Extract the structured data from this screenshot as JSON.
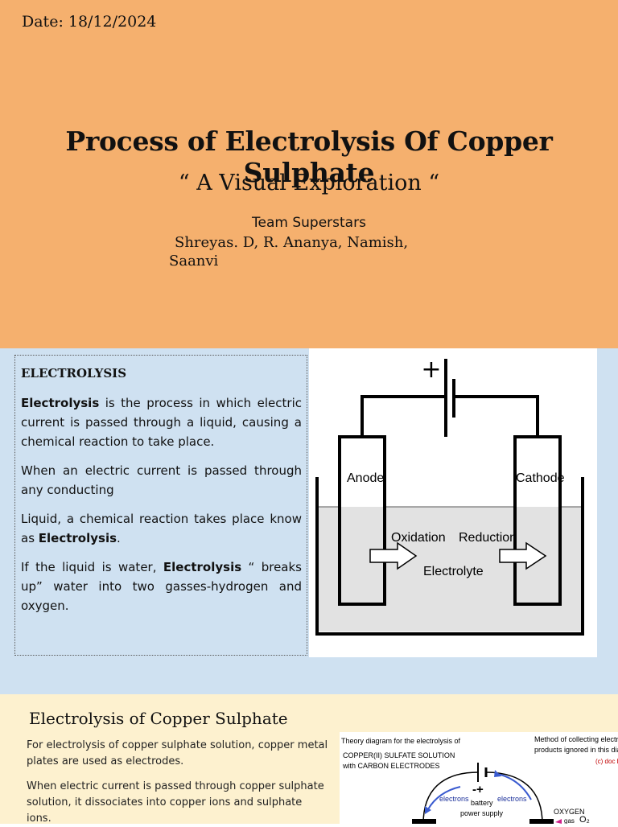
{
  "header": {
    "date": "Date: 18/12/2024",
    "title": "Process of Electrolysis Of Copper Sulphate",
    "subtitle": "“ A Visual Exploration “",
    "team": "Team Superstars",
    "members": "Shreyas. D, R. Ananya, Namish, Saanvi"
  },
  "electrolysis": {
    "heading": "ELECTROLYSIS",
    "p1_bold": "Electrolysis",
    "p1_rest": " is the process in which electric current is passed through a liquid, causing a chemical reaction to take place.",
    "p2": "When an electric current is passed through any conducting",
    "p3_rest": "Liquid, a chemical reaction takes place know as ",
    "p3_bold": "Electrolysis",
    "p3_end": ".",
    "p4_start": "If the liquid is water, ",
    "p4_bold": "Electrolysis",
    "p4_rest": " “ breaks up” water into two gasses-hydrogen and oxygen."
  },
  "diagram": {
    "plus_sign": "+",
    "anode_label": "Anode",
    "cathode_label": "Cathode",
    "oxidation_label": "Oxidation",
    "reduction_label": "Reduction",
    "electrolyte_label": "Electrolyte"
  },
  "copper_section": {
    "title": "Electrolysis of Copper Sulphate",
    "p1": "For electrolysis of copper sulphate solution, copper metal plates are used as electrodes.",
    "p2": "When electric current is passed through copper sulphate solution, it dissociates into copper ions and sulphate ions."
  },
  "theory_diagram": {
    "heading": "Theory diagram for the electrolysis of",
    "line2": "COPPER(II) SULFATE SOLUTION",
    "line3": "with CARBON ELECTRODES",
    "note1": "Method of collecting electrode",
    "note2": "products ignored in this diagram",
    "credit": "(c) doc b",
    "electrons_left": "electrons",
    "electrons_right": "electrons",
    "minus_plus": "-+",
    "battery1": "battery",
    "battery2": "power supply",
    "oxygen": "OXYGEN",
    "gas": "gas",
    "o2": "O₂"
  }
}
